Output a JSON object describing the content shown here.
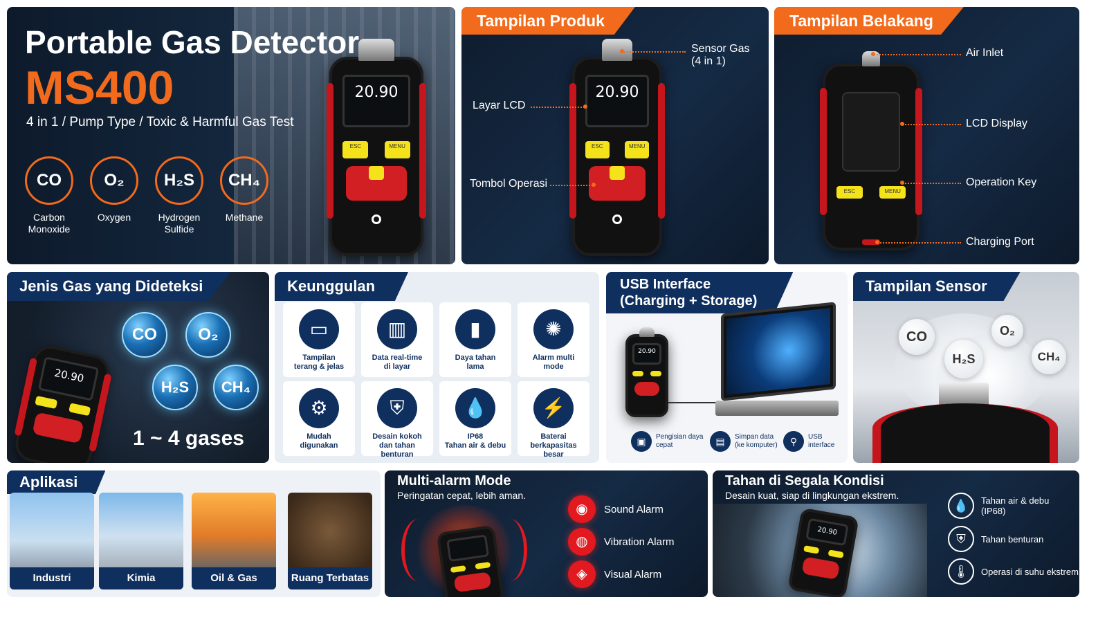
{
  "hero": {
    "title": "Portable Gas Detector",
    "model": "MS400",
    "subtitle": "4 in 1 / Pump Type / Toxic & Harmful Gas Test",
    "reading": "20.90",
    "gases": [
      {
        "symbol": "CO",
        "name": "Carbon\nMonoxide"
      },
      {
        "symbol": "O₂",
        "name": "Oxygen"
      },
      {
        "symbol": "H₂S",
        "name": "Hydrogen\nSulfide"
      },
      {
        "symbol": "CH₄",
        "name": "Methane"
      }
    ]
  },
  "front": {
    "title": "Tampilan Produk",
    "sensor": "Sensor Gas\n(4 in 1)",
    "lcd": "Layar LCD",
    "buttons": "Tombol Operasi",
    "reading": "20.90"
  },
  "back": {
    "title": "Tampilan Belakang",
    "air_inlet": "Air Inlet",
    "lcd_display": "LCD Display",
    "operation_key": "Operation Key",
    "charging_port": "Charging Port"
  },
  "gas_types": {
    "title": "Jenis Gas yang Dideteksi",
    "bubbles": [
      "CO",
      "O₂",
      "H₂S",
      "CH₄"
    ],
    "count": "1 ~ 4 gases",
    "reading": "20.90"
  },
  "advantages": {
    "title": "Keunggulan",
    "items": [
      {
        "icon": "monitor-icon",
        "label": "Tampilan\nterang & jelas"
      },
      {
        "icon": "chart-icon",
        "label": "Data real-time\ndi layar"
      },
      {
        "icon": "battery-icon",
        "label": "Daya tahan\nlama"
      },
      {
        "icon": "alarm-light-icon",
        "label": "Alarm multi\nmode"
      },
      {
        "icon": "gear-icon",
        "label": "Mudah\ndigunakan"
      },
      {
        "icon": "shield-icon",
        "label": "Desain kokoh\ndan tahan benturan"
      },
      {
        "icon": "water-drop-icon",
        "label": "IP68\nTahan air & debu"
      },
      {
        "icon": "battery-charge-icon",
        "label": "Baterai\nberkapasitas besar"
      }
    ]
  },
  "usb": {
    "title": "USB Interface\n(Charging + Storage)",
    "reading": "20.90",
    "features": [
      {
        "icon": "charging-icon",
        "label": "Pengisian daya\ncepat"
      },
      {
        "icon": "data-icon",
        "label": "Simpan data\n(ke komputer)"
      },
      {
        "icon": "usb-icon",
        "label": "USB\ninterface"
      }
    ]
  },
  "sensor_view": {
    "title": "Tampilan Sensor",
    "bubbles": [
      "CO",
      "O₂",
      "H₂S",
      "CH₄"
    ]
  },
  "applications": {
    "title": "Aplikasi",
    "items": [
      "Industri",
      "Kimia",
      "Oil & Gas",
      "Ruang Terbatas"
    ]
  },
  "multi_alarm": {
    "title": "Multi-alarm Mode",
    "subtitle": "Peringatan cepat, lebih aman.",
    "items": [
      "Sound Alarm",
      "Vibration Alarm",
      "Visual Alarm"
    ]
  },
  "conditions": {
    "title": "Tahan di Segala Kondisi",
    "subtitle": "Desain kuat, siap di lingkungan ekstrem.",
    "reading": "20.90",
    "items": [
      "Tahan air & debu\n(IP68)",
      "Tahan benturan",
      "Operasi di suhu ekstrem"
    ]
  },
  "colors": {
    "accent": "#f26a1b",
    "navy": "#0f2f5e",
    "alarm_red": "#e2191f",
    "device_yellow": "#f4e21a"
  }
}
